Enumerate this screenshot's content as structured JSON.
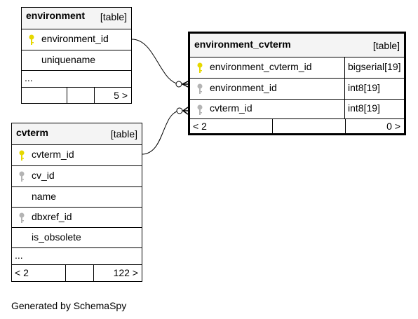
{
  "tables": {
    "environment": {
      "name": "environment",
      "type_label": "[table]",
      "columns": [
        {
          "name": "environment_id",
          "key": "primary"
        },
        {
          "name": "uniquename",
          "key": "none"
        }
      ],
      "more": "...",
      "footer": {
        "left": "",
        "middle": "",
        "right": "5 >"
      }
    },
    "environment_cvterm": {
      "name": "environment_cvterm",
      "type_label": "[table]",
      "columns": [
        {
          "name": "environment_cvterm_id",
          "type": "bigserial[19]",
          "key": "primary"
        },
        {
          "name": "environment_id",
          "type": "int8[19]",
          "key": "foreign"
        },
        {
          "name": "cvterm_id",
          "type": "int8[19]",
          "key": "foreign"
        }
      ],
      "footer": {
        "left": "< 2",
        "middle": "",
        "right": "0 >"
      }
    },
    "cvterm": {
      "name": "cvterm",
      "type_label": "[table]",
      "columns": [
        {
          "name": "cvterm_id",
          "key": "primary"
        },
        {
          "name": "cv_id",
          "key": "foreign"
        },
        {
          "name": "name",
          "key": "none"
        },
        {
          "name": "dbxref_id",
          "key": "foreign"
        },
        {
          "name": "is_obsolete",
          "key": "none"
        }
      ],
      "more": "...",
      "footer": {
        "left": "< 2",
        "middle": "",
        "right": "122 >"
      }
    }
  },
  "relationships": [
    {
      "from": "environment.environment_id",
      "to": "environment_cvterm.environment_id"
    },
    {
      "from": "cvterm.cvterm_id",
      "to": "environment_cvterm.cvterm_id"
    }
  ],
  "colors": {
    "primary_key": "#e6d800",
    "foreign_key": "#b4b4b4",
    "header_bg": "#f4f4f4",
    "line": "#000000"
  },
  "generated_by": "Generated by SchemaSpy"
}
